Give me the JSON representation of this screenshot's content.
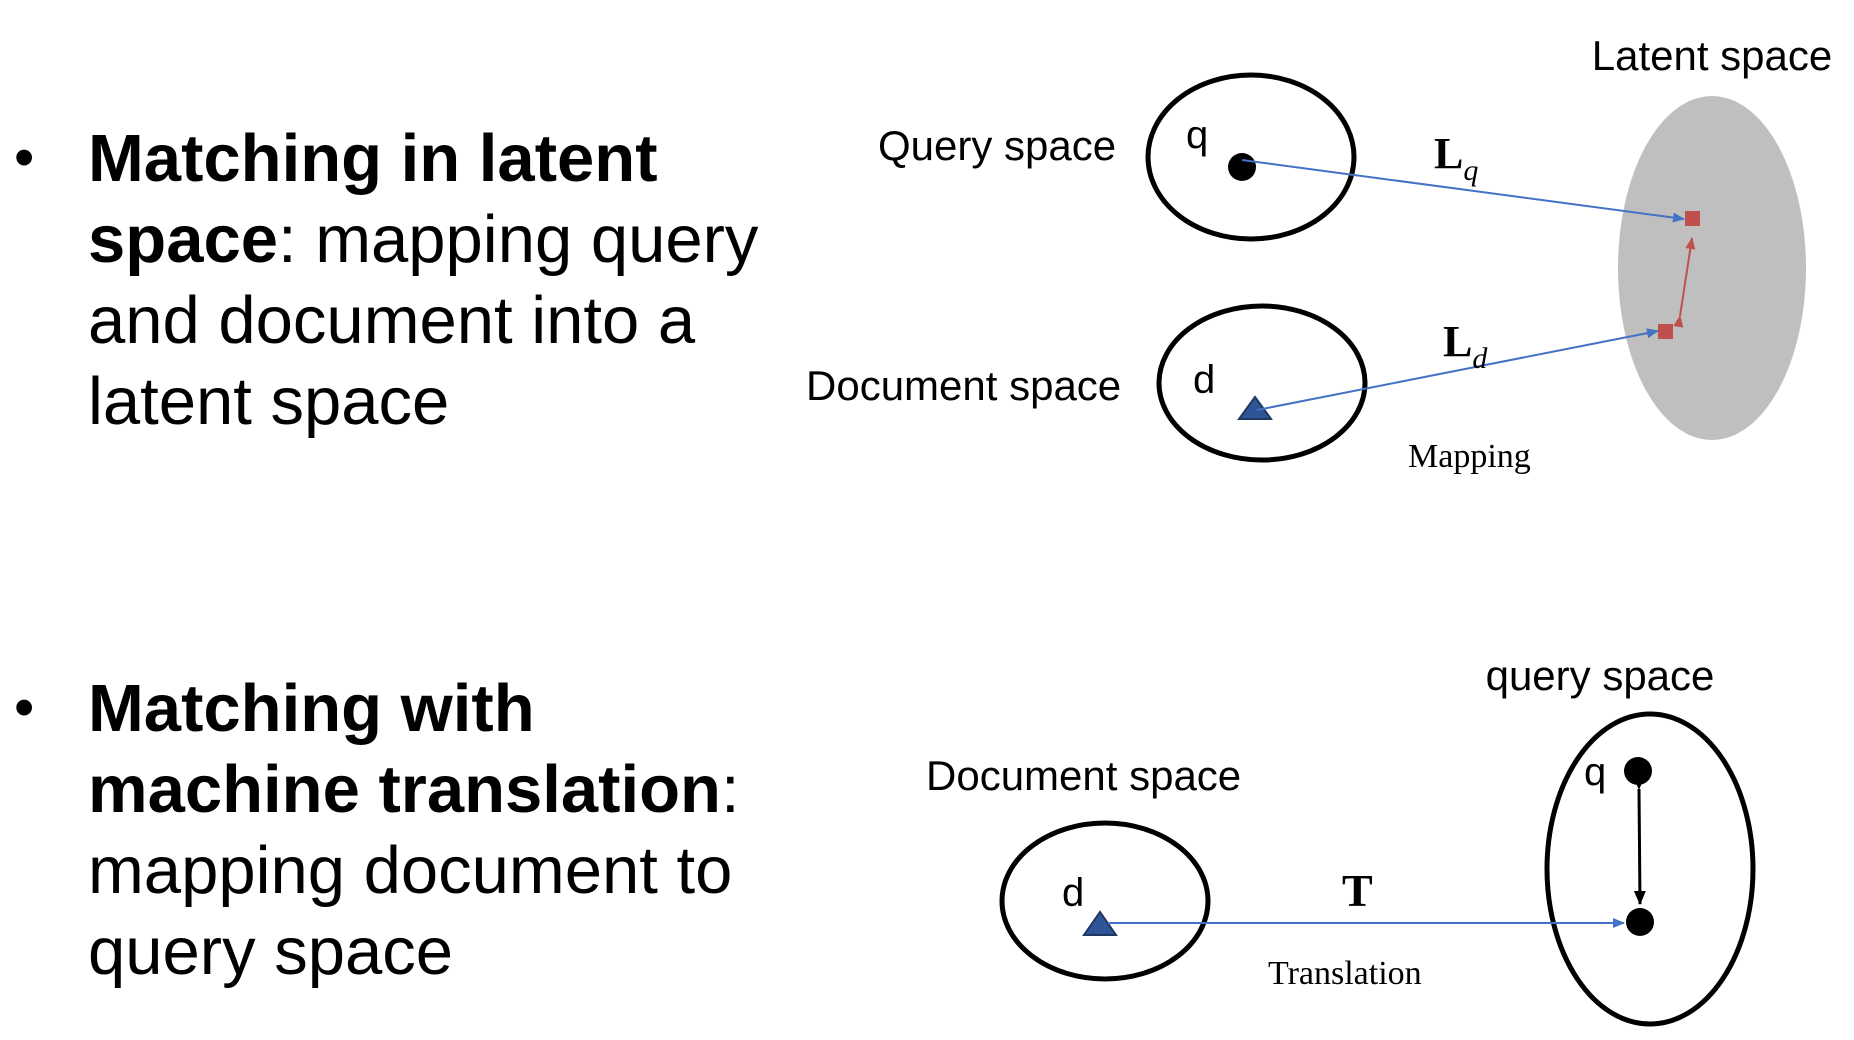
{
  "bullets": [
    {
      "symbol": "•",
      "bold": "Matching in latent space",
      "rest": ": mapping query and document into a latent space"
    },
    {
      "symbol": "•",
      "bold": "Matching with machine translation",
      "rest": ": mapping document to query space"
    }
  ],
  "diagram_top": {
    "latent_space_label": "Latent space",
    "query_space_label": "Query space",
    "document_space_label": "Document space",
    "query_point_label": "q",
    "document_point_label": "d",
    "query_mapping_label_main": "L",
    "query_mapping_label_sub": "q",
    "document_mapping_label_main": "L",
    "document_mapping_label_sub": "d",
    "caption": "Mapping",
    "colors": {
      "latent_fill": "#bfbfbf",
      "arrow": "#4472c4",
      "latent_point": "#c0504d",
      "triangle": "#2f5597"
    }
  },
  "diagram_bottom": {
    "query_space_label": "query space",
    "document_space_label": "Document space",
    "query_point_label": "q",
    "document_point_label": "d",
    "translation_label": "T",
    "caption": "Translation"
  }
}
